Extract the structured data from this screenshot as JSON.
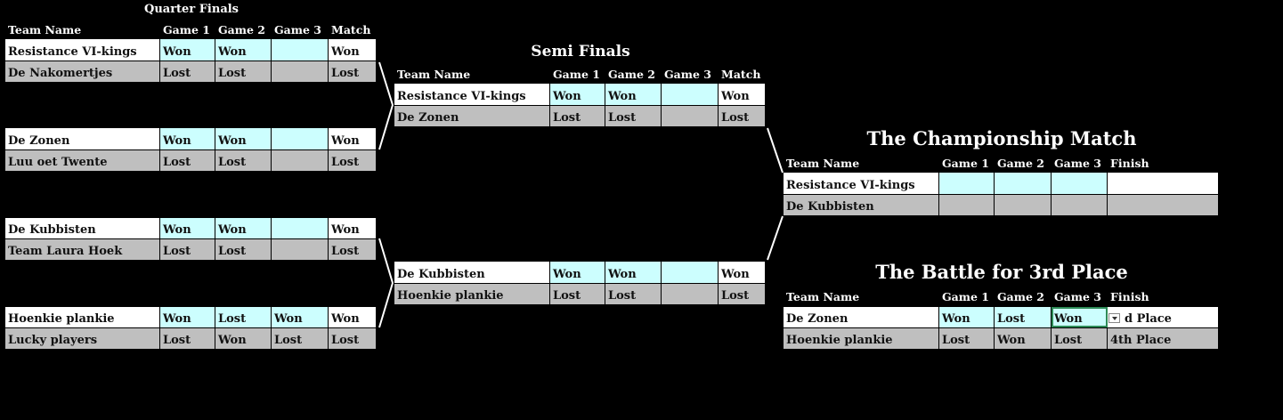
{
  "headers": {
    "team": "Team Name",
    "g1": "Game 1",
    "g2": "Game 2",
    "g3": "Game 3",
    "match": "Match",
    "finish": "Finish"
  },
  "titles": {
    "quarter": "Quarter Finals",
    "semi": "Semi Finals",
    "championship": "The Championship Match",
    "third": "The Battle for 3rd Place"
  },
  "quarter_matches": [
    {
      "win": {
        "team": "Resistance VI-kings",
        "g1": "Won",
        "g2": "Won",
        "g3": "",
        "match": "Won"
      },
      "lose": {
        "team": "De Nakomertjes",
        "g1": "Lost",
        "g2": "Lost",
        "g3": "",
        "match": "Lost"
      }
    },
    {
      "win": {
        "team": "De Zonen",
        "g1": "Won",
        "g2": "Won",
        "g3": "",
        "match": "Won"
      },
      "lose": {
        "team": "Luu oet Twente",
        "g1": "Lost",
        "g2": "Lost",
        "g3": "",
        "match": "Lost"
      }
    },
    {
      "win": {
        "team": "De Kubbisten",
        "g1": "Won",
        "g2": "Won",
        "g3": "",
        "match": "Won"
      },
      "lose": {
        "team": "Team Laura Hoek",
        "g1": "Lost",
        "g2": "Lost",
        "g3": "",
        "match": "Lost"
      }
    },
    {
      "win": {
        "team": "Hoenkie plankie",
        "g1": "Won",
        "g2": "Lost",
        "g3": "Won",
        "match": "Won"
      },
      "lose": {
        "team": "Lucky players",
        "g1": "Lost",
        "g2": "Won",
        "g3": "Lost",
        "match": "Lost"
      }
    }
  ],
  "semi_matches": [
    {
      "win": {
        "team": "Resistance VI-kings",
        "g1": "Won",
        "g2": "Won",
        "g3": "",
        "match": "Won"
      },
      "lose": {
        "team": "De Zonen",
        "g1": "Lost",
        "g2": "Lost",
        "g3": "",
        "match": "Lost"
      }
    },
    {
      "win": {
        "team": "De Kubbisten",
        "g1": "Won",
        "g2": "Won",
        "g3": "",
        "match": "Won"
      },
      "lose": {
        "team": "Hoenkie plankie",
        "g1": "Lost",
        "g2": "Lost",
        "g3": "",
        "match": "Lost"
      }
    }
  ],
  "championship": {
    "win": {
      "team": "Resistance VI-kings",
      "g1": "",
      "g2": "",
      "g3": "",
      "finish": ""
    },
    "lose": {
      "team": "De Kubbisten",
      "g1": "",
      "g2": "",
      "g3": "",
      "finish": ""
    }
  },
  "third_place": {
    "win": {
      "team": "De Zonen",
      "g1": "Won",
      "g2": "Lost",
      "g3": "Won",
      "finish": "d Place"
    },
    "lose": {
      "team": "Hoenkie plankie",
      "g1": "Lost",
      "g2": "Won",
      "g3": "Lost",
      "finish": "4th Place"
    }
  },
  "dropdown_icon": "chevron-down-icon"
}
